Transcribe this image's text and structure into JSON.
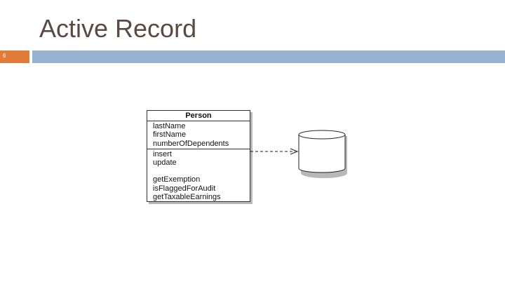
{
  "slide": {
    "title": "Active Record",
    "number": "6"
  },
  "uml_class": {
    "name": "Person",
    "attributes": [
      "lastName",
      "firstName",
      "numberOfDependents"
    ],
    "methods_group1": [
      "insert",
      "update"
    ],
    "methods_group2": [
      "getExemption",
      "isFlaggedForAudit",
      "getTaxableEarnings"
    ]
  },
  "colors": {
    "title_text": "#5a4a42",
    "slide_number_box": "#e07b39",
    "title_bar": "#95b3ce"
  },
  "icons": {
    "database": "database-icon"
  }
}
